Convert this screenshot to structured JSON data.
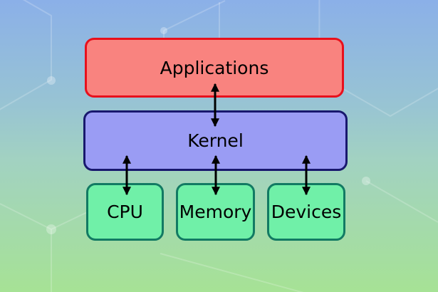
{
  "diagram": {
    "type": "block-diagram",
    "nodes": [
      {
        "id": "applications",
        "label": "Applications",
        "fill": "#f9837f",
        "border": "#e8101c",
        "text_color": "#000000"
      },
      {
        "id": "kernel",
        "label": "Kernel",
        "fill": "#9a9cf4",
        "border": "#18186e",
        "text_color": "#000000"
      },
      {
        "id": "cpu",
        "label": "CPU",
        "fill": "#70f0a8",
        "border": "#127a63",
        "text_color": "#000000"
      },
      {
        "id": "memory",
        "label": "Memory",
        "fill": "#70f0a8",
        "border": "#127a63",
        "text_color": "#000000"
      },
      {
        "id": "devices",
        "label": "Devices",
        "fill": "#70f0a8",
        "border": "#127a63",
        "text_color": "#000000"
      }
    ],
    "edges": [
      {
        "from": "applications",
        "to": "kernel",
        "style": "double-headed-arrow",
        "color": "#000000"
      },
      {
        "from": "kernel",
        "to": "cpu",
        "style": "double-headed-arrow",
        "color": "#000000"
      },
      {
        "from": "kernel",
        "to": "memory",
        "style": "double-headed-arrow",
        "color": "#000000"
      },
      {
        "from": "kernel",
        "to": "devices",
        "style": "double-headed-arrow",
        "color": "#000000"
      }
    ],
    "background": {
      "gradient_top": "#8bb0e8",
      "gradient_middle": "#a2d2c1",
      "gradient_bottom": "#a6e295",
      "pattern": "faint white hexagon network with circular nodes"
    }
  }
}
